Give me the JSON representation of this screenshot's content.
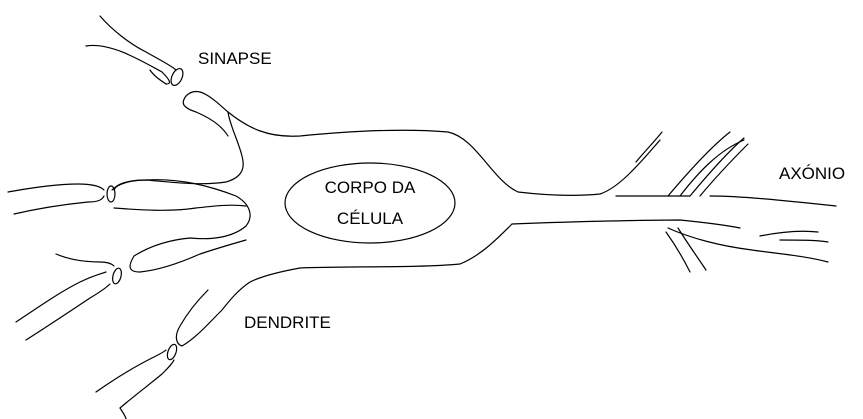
{
  "labels": {
    "synapse": "SINAPSE",
    "cell_body_line1": "CORPO DA",
    "cell_body_line2": "CÉLULA",
    "axon": "AXÓNIO",
    "dendrite": "DENDRITE"
  }
}
